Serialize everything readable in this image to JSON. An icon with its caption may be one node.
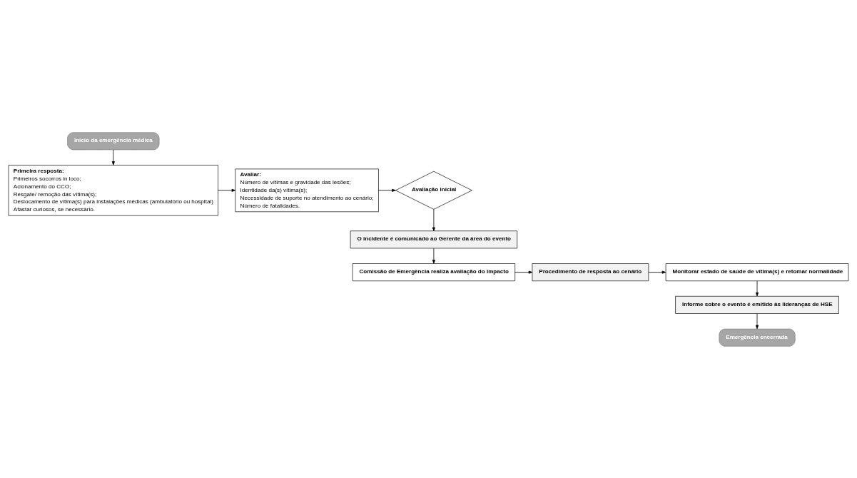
{
  "diagram": {
    "nodes": [
      {
        "text": [
          "Início da emergência médica"
        ]
      },
      {
        "text": [
          "Primeira resposta:",
          "Primeiros socorros in loco;",
          "Acionamento do CCO;",
          "Resgate/ remoção das vítima(s);",
          "Deslocamento de vítima(s) para instalações médicas (ambulatório ou hospital)",
          "Afastar curiosos, se necessário."
        ]
      },
      {
        "text": [
          "Avaliar:",
          "Número de vítimas e gravidade das lesões;",
          "Identidade da(s) vítima(s);",
          "Necessidade de suporte no atendimento ao cenário;",
          "Número de fatalidades."
        ]
      },
      {
        "text": [
          "Avaliação inicial"
        ]
      },
      {
        "text": [
          "O incidente é comunicado ao Gerente da área do evento"
        ]
      },
      {
        "text": [
          "Comissão de Emergência realiza avaliação do impacto"
        ]
      },
      {
        "text": [
          "Procedimento de resposta ao cenário"
        ]
      },
      {
        "text": [
          "Monitorar estado de saúde de vítima(s) e retomar normalidade"
        ]
      },
      {
        "text": [
          "Informe sobre o evento é emitido às lideranças de HSE"
        ]
      },
      {
        "text": [
          "Emergência encerrada"
        ]
      }
    ],
    "edges": [
      {
        "from": 0,
        "to": 1,
        "arrow": "to"
      },
      {
        "from": 1,
        "to": 2,
        "arrow": "to"
      },
      {
        "from": 2,
        "to": 3,
        "arrow": "to"
      },
      {
        "from": 3,
        "to": 4,
        "arrow": "to"
      },
      {
        "from": 4,
        "to": 5,
        "arrow": "to"
      },
      {
        "from": 5,
        "to": 6,
        "arrow": "to"
      },
      {
        "from": 6,
        "to": 7,
        "arrow": "to"
      },
      {
        "from": 7,
        "to": 8,
        "arrow": "to"
      },
      {
        "from": 8,
        "to": 9,
        "arrow": "to"
      }
    ]
  }
}
